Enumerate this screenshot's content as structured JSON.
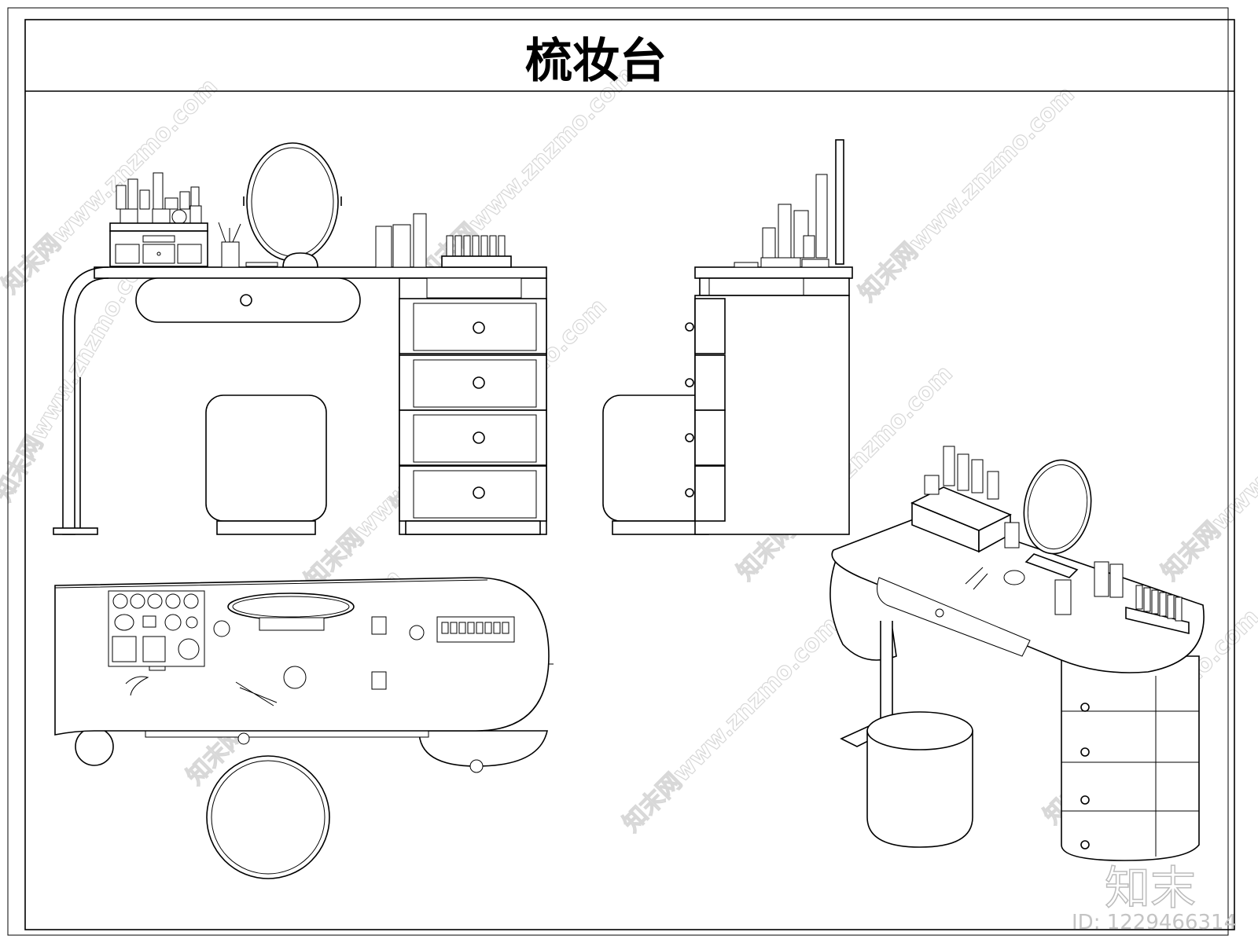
{
  "title": "梳妆台",
  "watermark": {
    "text": "知末网www.znzmo.com",
    "color": "#d8d8d8"
  },
  "logo": {
    "text": "知末",
    "id_label": "ID: 1229466314"
  },
  "views": [
    {
      "key": "front",
      "name": "front-elevation-view"
    },
    {
      "key": "side",
      "name": "side-elevation-view"
    },
    {
      "key": "plan",
      "name": "top-plan-view"
    },
    {
      "key": "iso",
      "name": "perspective-view"
    }
  ]
}
